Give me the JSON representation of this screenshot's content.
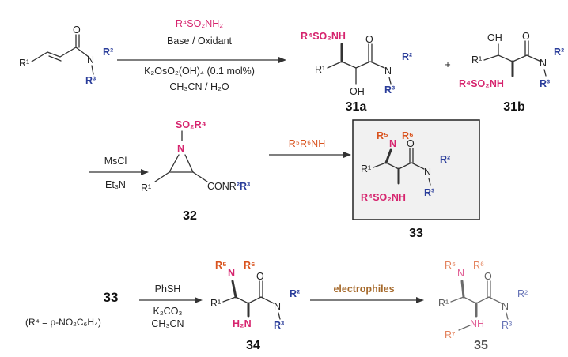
{
  "colors": {
    "ink": "#222222",
    "magenta": "#d6246e",
    "blue": "#2a3d9a",
    "orange": "#d9531e",
    "brown": "#a66a2c",
    "box_fill": "#f1f1f1"
  },
  "row1": {
    "reagent_sulfonamide": "R⁴SO₂NH₂",
    "reagent_base": "Base / Oxidant",
    "reagent_catalyst": "K₂OsO₂(OH)₄ (0.1 mol%)",
    "reagent_solvent": "CH₃CN / H₂O",
    "plus": "+",
    "label_31a": "31a",
    "label_31b": "31b"
  },
  "row2": {
    "reagent_mscl": "MsCl",
    "reagent_et3n": "Et₃N",
    "reagent_amine": "R⁵R⁶NH",
    "label_32": "32",
    "label_33": "33"
  },
  "row3": {
    "start_label": "33",
    "note": "(R⁴ = p-NO₂C₆H₄)",
    "reagent_phsh": "PhSH",
    "reagent_k2co3": "K₂CO₃",
    "reagent_ch3cn": "CH₃CN",
    "reagent_electrophiles": "electrophiles",
    "label_34": "34",
    "label_35": "35"
  },
  "atoms": {
    "R1": "R¹",
    "R2": "R²",
    "R3": "R³",
    "N": "N",
    "O": "O",
    "OH": "OH",
    "R4SO2NH": "R⁴SO₂NH",
    "R4SO2": "R⁴SO₂",
    "SO2R4": "SO₂R⁴",
    "NH": "NH",
    "H2N": "H₂N",
    "R5": "R⁵",
    "R6": "R⁶",
    "R7": "R⁷",
    "CONR2R3_a": "CONR",
    "CONR2R3_b": "²R³"
  }
}
